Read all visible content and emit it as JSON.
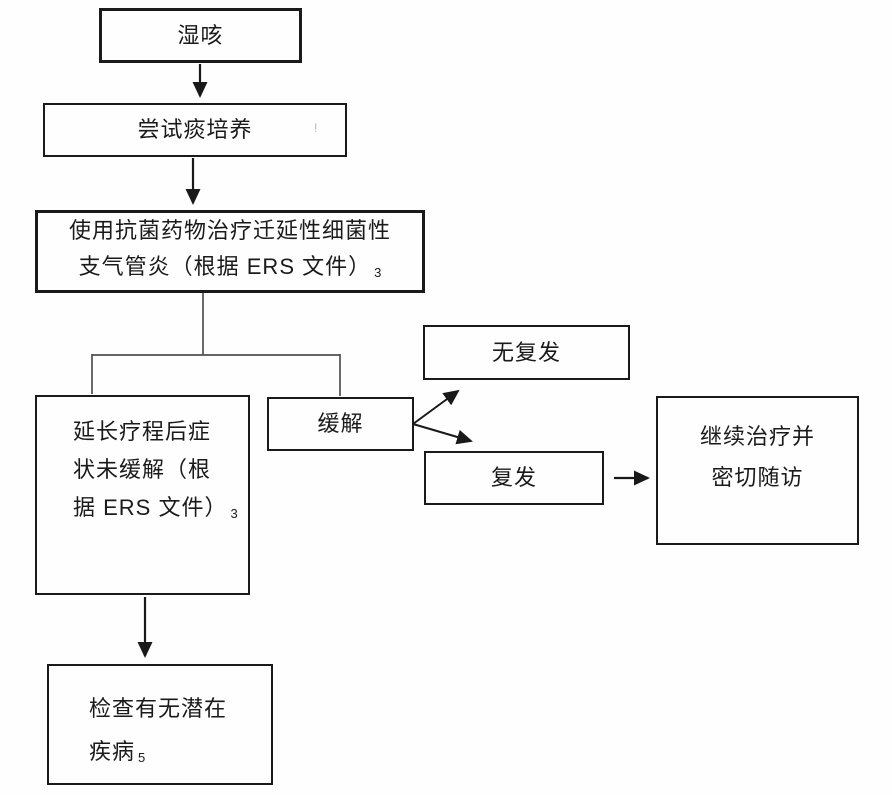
{
  "figure": {
    "type": "flowchart",
    "language": "zh-CN",
    "colors": {
      "background": "#fefefe",
      "box_border": "#1a1a1a",
      "text": "#1a1a1a",
      "arrow": "#191919",
      "branch_line": "#4f4f4f"
    }
  },
  "nodes": {
    "wet_cough": {
      "label": "湿咳"
    },
    "sputum_culture": {
      "label": "尝试痰培养"
    },
    "antibiotic_treatment": {
      "line1": "使用抗菌药物治疗迁延性细菌性",
      "line2": "支气管炎（根据 ERS 文件）",
      "line2_sub": "3"
    },
    "treatment_not_relieved": {
      "line1": "延长疗程后症",
      "line2": "状未缓解（根",
      "line3": "据 ERS 文件）",
      "line3_sub": "3"
    },
    "remission": {
      "label": "缓解"
    },
    "no_recurrence": {
      "label": "无复发"
    },
    "recurrence": {
      "label": "复发"
    },
    "continue_treatment": {
      "line1": "继续治疗并",
      "line2": "密切随访"
    },
    "check_underlying_disease": {
      "line1": "检查有无潜在",
      "line2": "疾病",
      "line2_sub": "5"
    }
  },
  "artifact_mark": "!"
}
